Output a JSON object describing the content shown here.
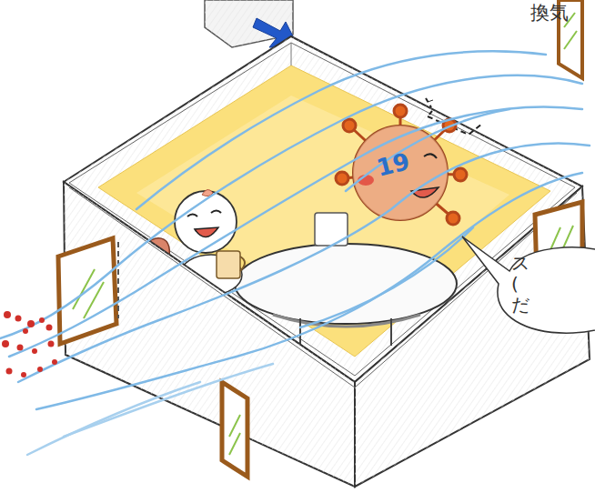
{
  "diagram": {
    "nodes": [
      {
        "text": [
          "ス ( だ"
        ]
      }
    ],
    "labels": [
      "換気",
      "19"
    ]
  }
}
